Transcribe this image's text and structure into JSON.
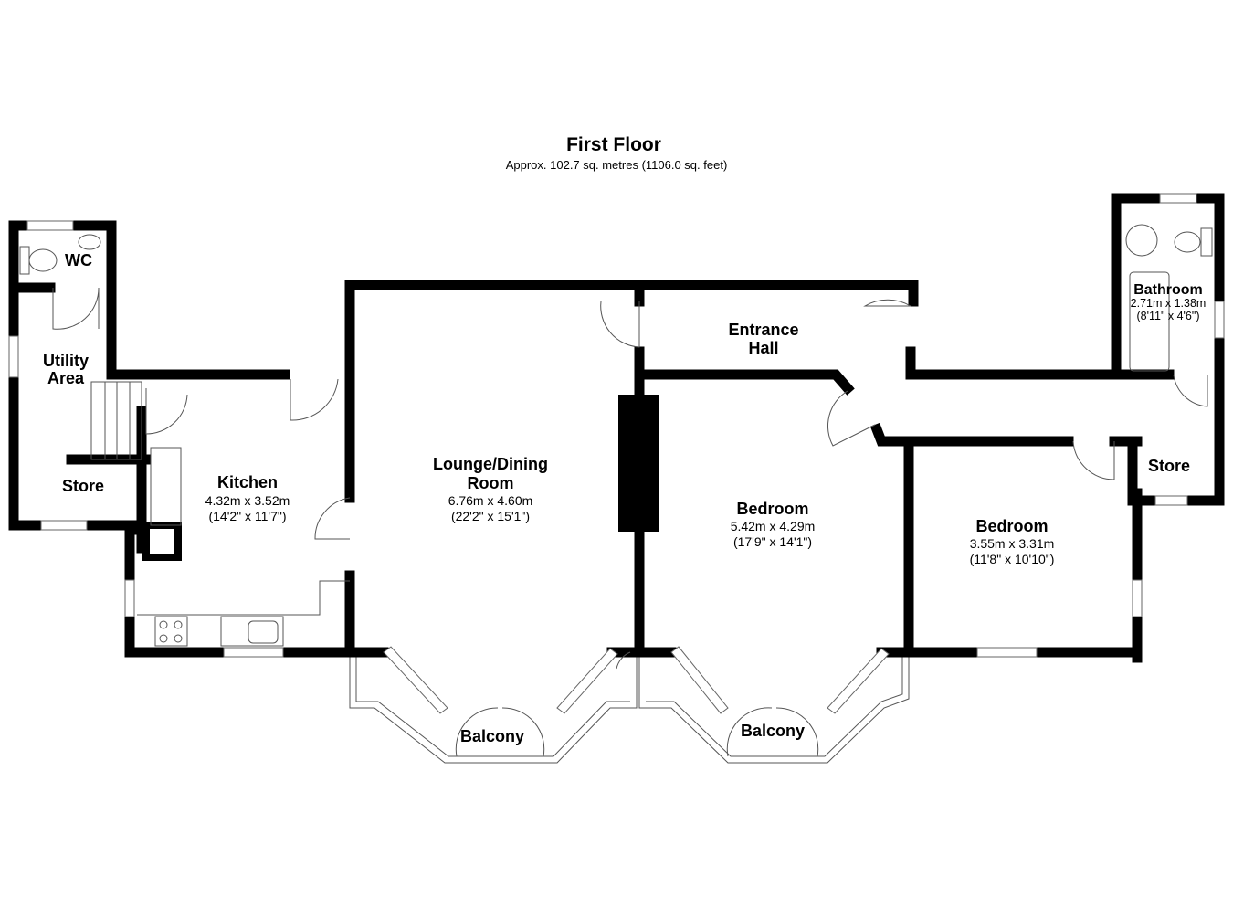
{
  "header": {
    "title": "First Floor",
    "subtitle": "Approx. 102.7 sq. metres (1106.0 sq. feet)"
  },
  "rooms": {
    "wc": {
      "name": "WC"
    },
    "utility": {
      "name_line1": "Utility",
      "name_line2": "Area"
    },
    "store_left": {
      "name": "Store"
    },
    "kitchen": {
      "name": "Kitchen",
      "metric": "4.32m x 3.52m",
      "imperial": "(14'2\" x 11'7\")"
    },
    "lounge": {
      "name_line1": "Lounge/Dining",
      "name_line2": "Room",
      "metric": "6.76m x 4.60m",
      "imperial": "(22'2\" x 15'1\")"
    },
    "entrance": {
      "name_line1": "Entrance",
      "name_line2": "Hall"
    },
    "bedroom1": {
      "name": "Bedroom",
      "metric": "5.42m x 4.29m",
      "imperial": "(17'9\" x 14'1\")"
    },
    "bedroom2": {
      "name": "Bedroom",
      "metric": "3.55m x 3.31m",
      "imperial": "(11'8\" x 10'10\")"
    },
    "bathroom": {
      "name": "Bathroom",
      "metric": "2.71m x 1.38m",
      "imperial": "(8'11\" x 4'6\")"
    },
    "store_right": {
      "name": "Store"
    },
    "balcony_left": {
      "name": "Balcony"
    },
    "balcony_right": {
      "name": "Balcony"
    }
  }
}
